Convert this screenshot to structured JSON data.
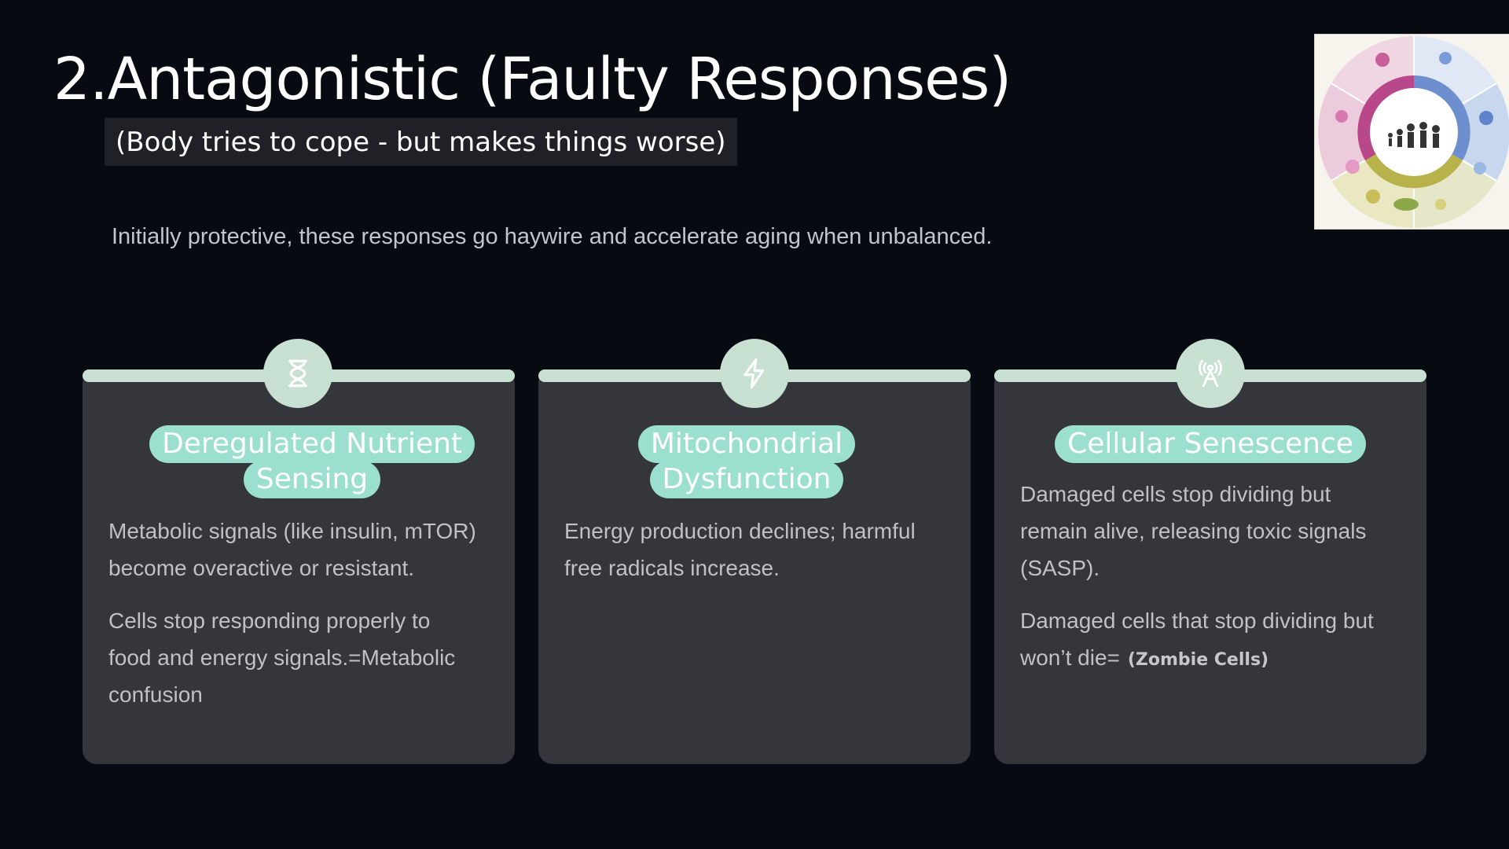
{
  "slide": {
    "title": "2.Antagonistic (Faulty Responses)",
    "subtitle": "(Body tries to cope - but makes things worse)",
    "intro": "Initially protective, these responses go haywire and accelerate aging when unbalanced."
  },
  "cards": [
    {
      "icon": "hourglass-icon",
      "title_line1": "Deregulated Nutrient",
      "title_line2": "Sensing",
      "para1": "Metabolic signals (like insulin, mTOR) become overactive or resistant.",
      "para2": "Cells stop responding properly to food and energy signals.=Metabolic confusion"
    },
    {
      "icon": "lightning-icon",
      "title_line1": "Mitochondrial",
      "title_line2": "Dysfunction",
      "para1": "Energy production declines; harmful free radicals increase."
    },
    {
      "icon": "signal-tower-icon",
      "title_line1": "Cellular Senescence",
      "para1": "Damaged cells stop dividing but remain alive, releasing toxic signals (SASP).",
      "para2": "Damaged cells that stop dividing but won’t die=",
      "para2_tag": "(Zombie Cells)"
    }
  ],
  "colors": {
    "background": "#070a11",
    "card": "#35363b",
    "accent_bar": "#c8e0d2",
    "pill": "#9bdfcf"
  }
}
